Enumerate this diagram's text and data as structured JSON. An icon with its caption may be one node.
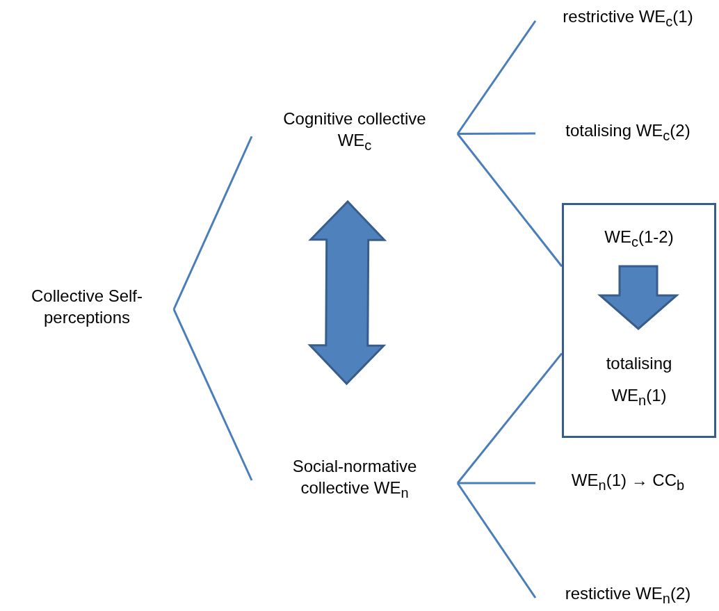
{
  "diagram": {
    "nodes": [
      {
        "text": [
          "Collective Self-perceptions"
        ]
      },
      {
        "text": [
          "Cognitive collective WE$_{c}$"
        ]
      },
      {
        "text": [
          "Social-normative collective WE$_{n}$"
        ]
      },
      {
        "text": [
          "restrictive WE$_{c}$(1)"
        ]
      },
      {
        "text": [
          "totalising WE$_{c}$(2)"
        ]
      },
      {
        "text": [],
        "shape": "box"
      },
      {
        "text": [
          "WE$_{c}$(1-2)"
        ],
        "in": 5
      },
      {
        "text": [
          "totalising WE$_{n}$(1)"
        ],
        "in": 5
      },
      {
        "text": [
          "WE$_{n}$(1) → CC$_{b}$"
        ]
      },
      {
        "text": [
          "restictive WE$_{n}$(2)"
        ]
      }
    ],
    "edges": [
      {
        "from": 0,
        "to": 1,
        "arrow": "none"
      },
      {
        "from": 0,
        "to": 2,
        "arrow": "none"
      },
      {
        "from": 1,
        "to": 3,
        "arrow": "none"
      },
      {
        "from": 1,
        "to": 4,
        "arrow": "none"
      },
      {
        "from": 1,
        "to": 5,
        "arrow": "none"
      },
      {
        "from": 2,
        "to": 5,
        "arrow": "none"
      },
      {
        "from": 2,
        "to": 8,
        "arrow": "none"
      },
      {
        "from": 2,
        "to": 9,
        "arrow": "none"
      },
      {
        "from": 1,
        "to": 2,
        "arrow": "both",
        "style": "thick"
      },
      {
        "from": 6,
        "to": 7,
        "arrow": "to",
        "style": "thick"
      }
    ]
  }
}
